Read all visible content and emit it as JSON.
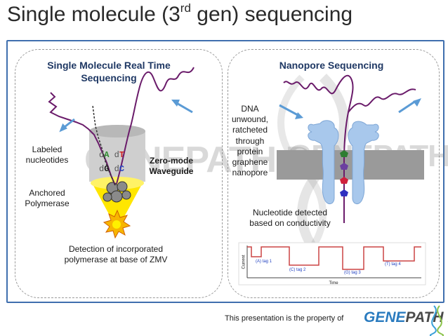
{
  "title": {
    "main": "Single molecule (3",
    "sup": "rd",
    "rest": " gen) sequencing"
  },
  "left": {
    "heading_line1": "Single Molecule Real Time",
    "heading_line2": "Sequencing",
    "labeled_line1": "Labeled",
    "labeled_line2": "nucleotides",
    "anchored_line1": "Anchored",
    "anchored_line2": "Polymerase",
    "zmw_line1": "Zero-mode",
    "zmw_line2": "Waveguide",
    "nuc_da_prefix": "d",
    "nuc_da": "A",
    "nuc_dt_prefix": "d",
    "nuc_dt": "T",
    "nuc_dg_prefix": "d",
    "nuc_dg": "G",
    "nuc_dc_prefix": "d",
    "nuc_dc": "C",
    "detection_line1": "Detection of  incorporated",
    "detection_line2": "polymerase at base of ZMV"
  },
  "right": {
    "heading": "Nanopore Sequencing",
    "dna_lines": [
      "DNA",
      "unwound,",
      "ratcheted",
      "through",
      "protein",
      "graphene",
      "nanopore"
    ],
    "detected_line1": "Nucleotide detected",
    "detected_line2": "based on conductivity",
    "trace_ylabel": "Current",
    "trace_xlabel": "Time",
    "tags": [
      "(A) tag 1",
      "(C) tag 2",
      "(G) tag 3",
      "(T) tag 4"
    ]
  },
  "watermark": {
    "text": "GENEPATH D"
  },
  "footer": {
    "text": "This presentation is the property of",
    "logo_g": "GENE",
    "logo_p": "PATH D"
  },
  "colors": {
    "frame": "#3f6fae",
    "heading": "#1f3864",
    "dna_strand": "#6a1b6a",
    "arrow": "#5b9bd5",
    "pore_protein": "#a8c8ec",
    "graphene": "#9a9a9a",
    "light": "#ffe600",
    "trace": "#cc4444"
  }
}
